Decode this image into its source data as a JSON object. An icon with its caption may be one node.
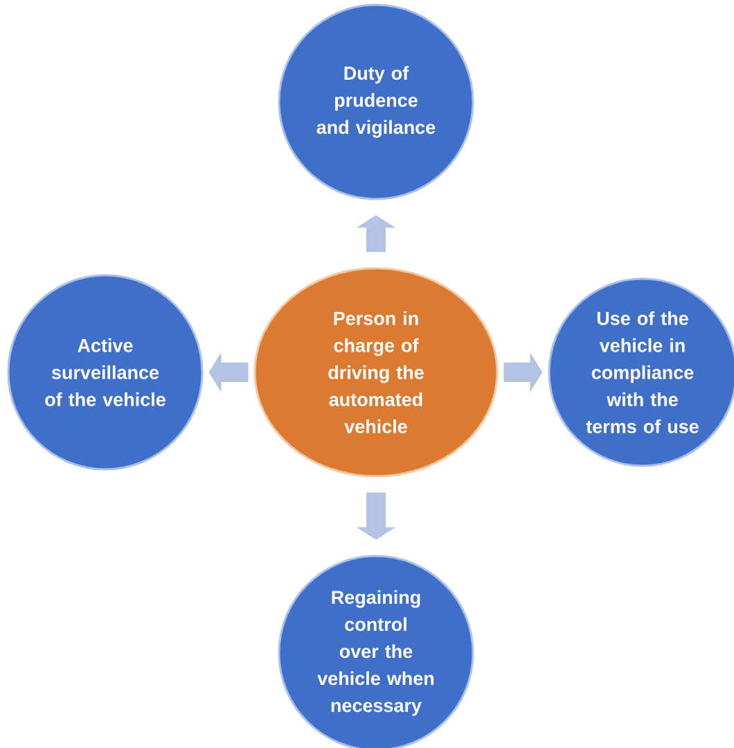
{
  "diagram": {
    "nodes": [
      {
        "text": [
          "Duty of prudence and vigilance"
        ]
      },
      {
        "text": [
          "Active surveillance of the vehicle"
        ]
      },
      {
        "text": [
          "Person in charge of driving the automated vehicle"
        ]
      },
      {
        "text": [
          "Use of the vehicle in compliance with the terms of use"
        ]
      },
      {
        "text": [
          "Regaining control over the vehicle when necessary"
        ]
      }
    ],
    "edges": [
      {
        "from": 2,
        "to": 0,
        "arrow": "to"
      },
      {
        "from": 2,
        "to": 1,
        "arrow": "to"
      },
      {
        "from": 2,
        "to": 3,
        "arrow": "to"
      },
      {
        "from": 2,
        "to": 4,
        "arrow": "to"
      }
    ]
  }
}
